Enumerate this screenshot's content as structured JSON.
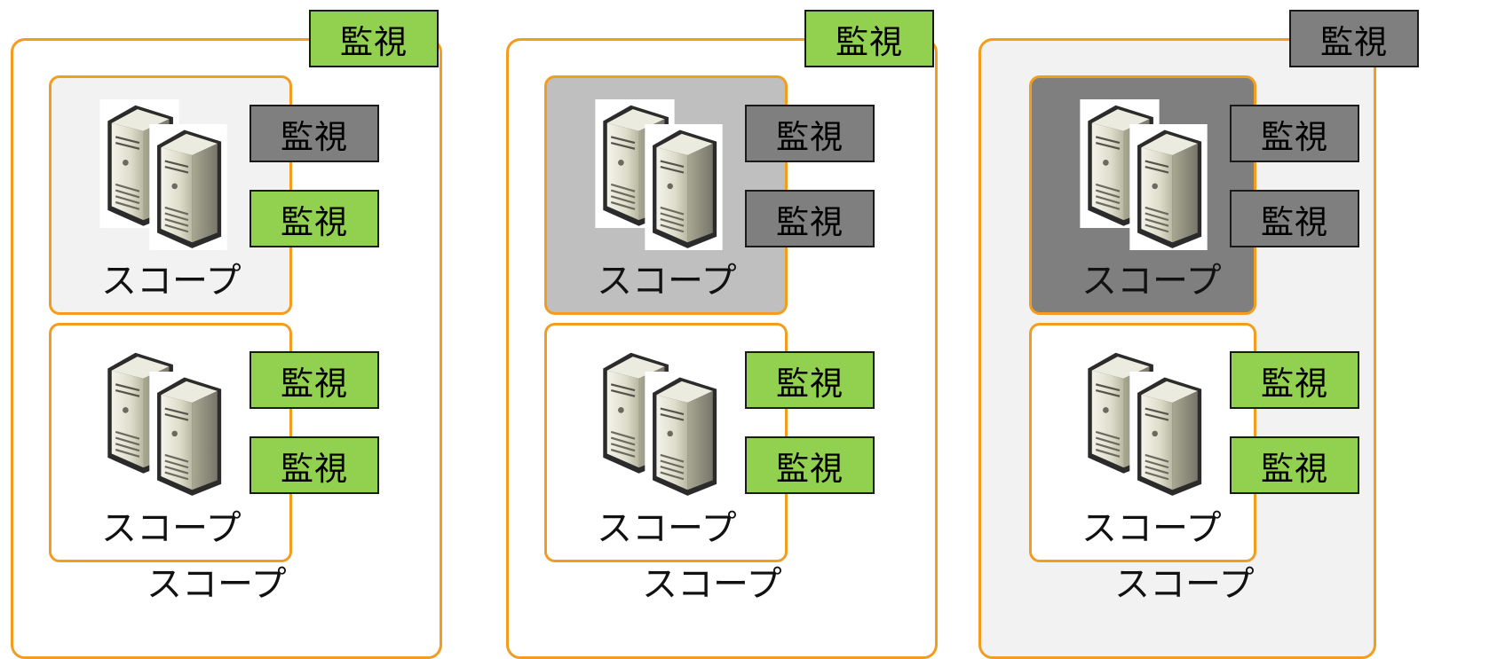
{
  "colors": {
    "frame": "#F39C1E",
    "monitor_on": "#92D050",
    "monitor_off": "#7F7F7F",
    "scope_light": "#F2F2F2",
    "scope_mid": "#BFBFBF",
    "scope_dark": "#7F7F7F"
  },
  "diagrams": [
    {
      "scope_label": "スコープ",
      "monitor": {
        "label": "監視",
        "state": "on"
      },
      "children": [
        {
          "label": "スコープ",
          "monitors": [
            {
              "label": "監視",
              "state": "off"
            },
            {
              "label": "監視",
              "state": "on"
            }
          ]
        },
        {
          "label": "スコープ",
          "monitors": [
            {
              "label": "監視",
              "state": "on"
            },
            {
              "label": "監視",
              "state": "on"
            }
          ]
        }
      ]
    },
    {
      "scope_label": "スコープ",
      "monitor": {
        "label": "監視",
        "state": "on"
      },
      "children": [
        {
          "label": "スコープ",
          "monitors": [
            {
              "label": "監視",
              "state": "off"
            },
            {
              "label": "監視",
              "state": "off"
            }
          ]
        },
        {
          "label": "スコープ",
          "monitors": [
            {
              "label": "監視",
              "state": "on"
            },
            {
              "label": "監視",
              "state": "on"
            }
          ]
        }
      ]
    },
    {
      "scope_label": "スコープ",
      "monitor": {
        "label": "監視",
        "state": "off"
      },
      "children": [
        {
          "label": "スコープ",
          "monitors": [
            {
              "label": "監視",
              "state": "off"
            },
            {
              "label": "監視",
              "state": "off"
            }
          ]
        },
        {
          "label": "スコープ",
          "monitors": [
            {
              "label": "監視",
              "state": "on"
            },
            {
              "label": "監視",
              "state": "on"
            }
          ]
        }
      ]
    }
  ]
}
